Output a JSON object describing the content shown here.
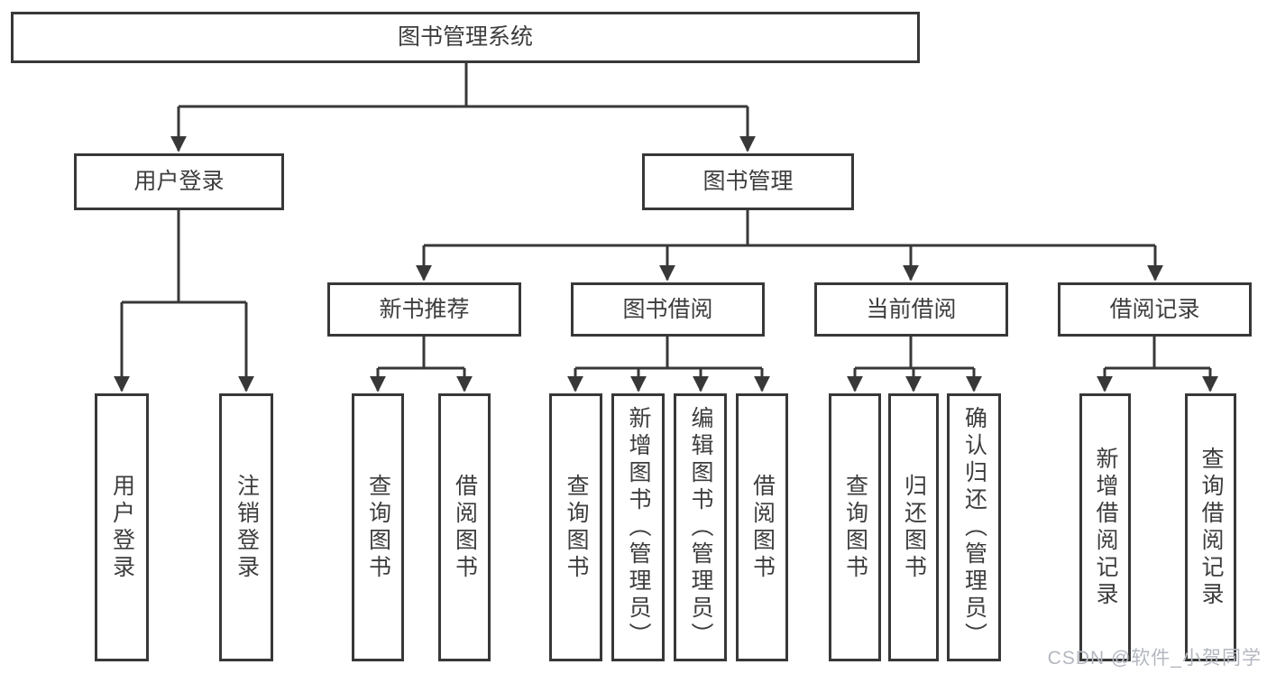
{
  "colors": {
    "line": "#383838",
    "box_border": "#383838",
    "text": "#3d3d3d",
    "background": "#ffffff",
    "watermark": "#b3b7bf"
  },
  "nodes": {
    "root": {
      "label": "图书管理系统"
    },
    "user_login": {
      "label": "用户登录"
    },
    "book_mgmt": {
      "label": "图书管理"
    },
    "new_book_rec": {
      "label": "新书推荐"
    },
    "book_borrow": {
      "label": "图书借阅"
    },
    "current_borrow": {
      "label": "当前借阅"
    },
    "borrow_records": {
      "label": "借阅记录"
    },
    "leaf_user_login": {
      "label": "用户登录"
    },
    "leaf_logout": {
      "label": "注销登录"
    },
    "rec_query_books": {
      "label": "查询图书"
    },
    "rec_borrow_books": {
      "label": "借阅图书"
    },
    "bb_query_books": {
      "label": "查询图书"
    },
    "bb_add_books": {
      "label": "新增图书（管理员）"
    },
    "bb_edit_books": {
      "label": "编辑图书（管理员）"
    },
    "bb_borrow_books": {
      "label": "借阅图书"
    },
    "cb_query_books": {
      "label": "查询图书"
    },
    "cb_return_books": {
      "label": "归还图书"
    },
    "cb_confirm_return": {
      "label": "确认归还（管理员）"
    },
    "br_add_record": {
      "label": "新增借阅记录"
    },
    "br_query_record": {
      "label": "查询借阅记录"
    }
  },
  "hierarchy": {
    "图书管理系统": {
      "用户登录": [
        "用户登录",
        "注销登录"
      ],
      "图书管理": {
        "新书推荐": [
          "查询图书",
          "借阅图书"
        ],
        "图书借阅": [
          "查询图书",
          "新增图书（管理员）",
          "编辑图书（管理员）",
          "借阅图书"
        ],
        "当前借阅": [
          "查询图书",
          "归还图书",
          "确认归还（管理员）"
        ],
        "借阅记录": [
          "新增借阅记录",
          "查询借阅记录"
        ]
      }
    }
  },
  "watermark": {
    "text": "CSDN @软件_小贺同学"
  }
}
